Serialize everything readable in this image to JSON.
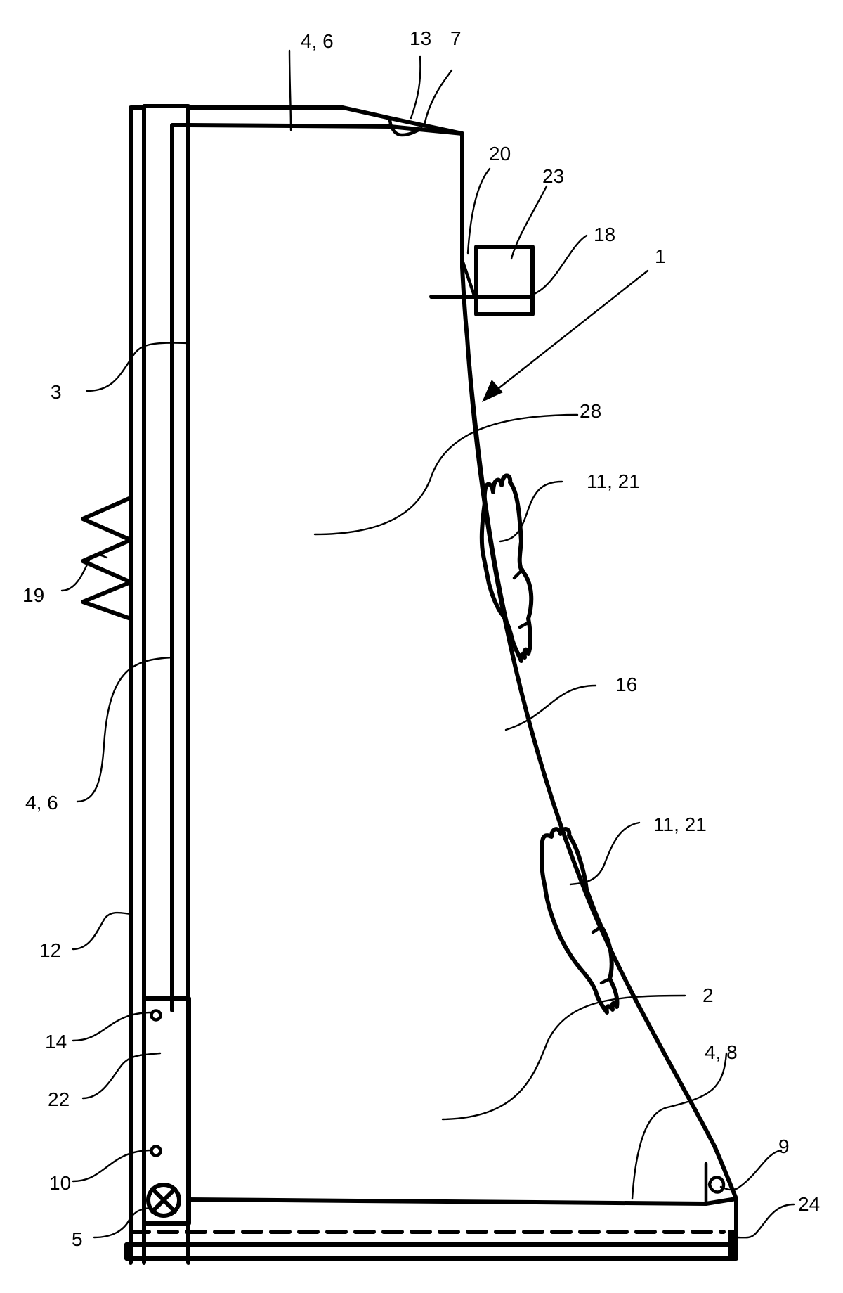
{
  "labels": {
    "l_4_6_top": "4, 6",
    "l_13": "13",
    "l_7": "7",
    "l_20": "20",
    "l_23": "23",
    "l_18": "18",
    "l_1": "1",
    "l_3": "3",
    "l_28": "28",
    "l_11_21_a": "11, 21",
    "l_19": "19",
    "l_16": "16",
    "l_4_6_side": "4, 6",
    "l_11_21_b": "11, 21",
    "l_12": "12",
    "l_2": "2",
    "l_4_8": "4, 8",
    "l_14": "14",
    "l_22": "22",
    "l_9": "9",
    "l_10": "10",
    "l_24": "24",
    "l_5": "5"
  }
}
